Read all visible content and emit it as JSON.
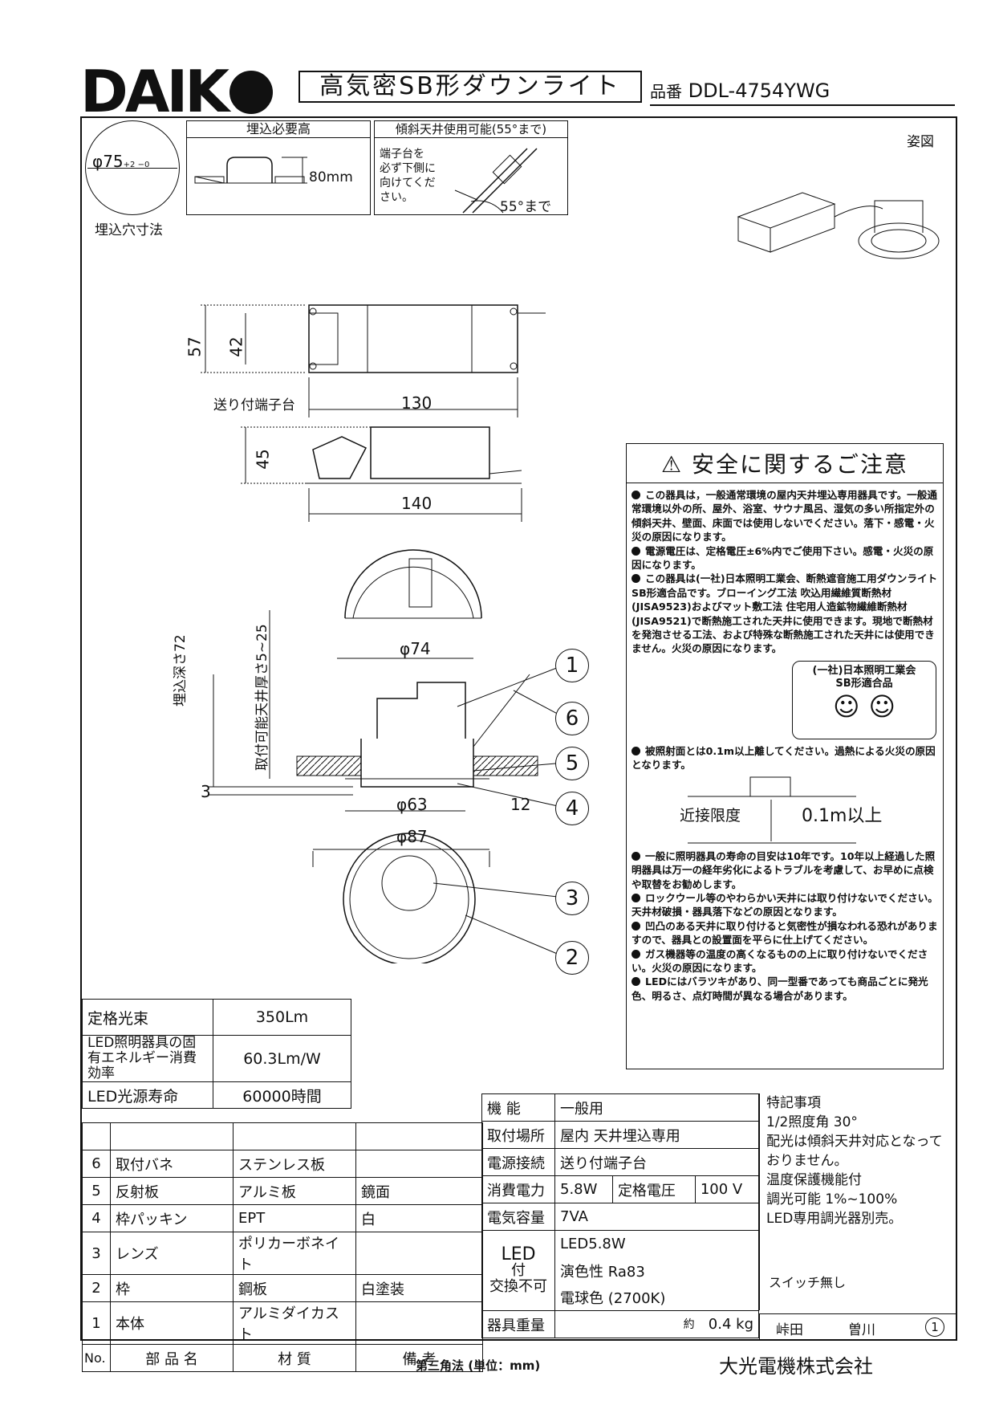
{
  "brand": "DAIK",
  "title": "高気密SB形ダウンライト",
  "hinban_label": "品番",
  "hinban": "DDL-4754YWG",
  "top": {
    "hole_dim": "φ75",
    "hole_tol": "+2 −0",
    "hole_label": "埋込穴寸法",
    "embed_title": "埋込必要高",
    "embed_height": "80mm",
    "slope_title": "傾斜天井使用可能(55°まで)",
    "slope_note": [
      "端子台を",
      "必ず下側に",
      "向けてくだ",
      "さい。"
    ],
    "slope_angle": "55°まで",
    "figure_label": "姿図"
  },
  "dims": {
    "d57": "57",
    "d42": "42",
    "d130": "130",
    "d45": "45",
    "d140": "140",
    "terminal": "送り付端子台",
    "d74": "φ74",
    "d63": "φ63",
    "d87": "φ87",
    "d12": "12",
    "d3": "3",
    "embed_depth": "埋込深さ72",
    "ceiling_thickness": "取付可能天井厚さ5~25"
  },
  "callouts": [
    "1",
    "6",
    "5",
    "4",
    "3",
    "2"
  ],
  "safety": {
    "title": "安全に関するご注意",
    "items": [
      "この器具は，一般通常環境の屋内天井埋込専用器具です。一般通常環境以外の所、屋外、浴室、サウナ風呂、湿気の多い所指定外の傾斜天井、壁面、床面では使用しないでください。落下・感電・火災の原因になります。",
      "電源電圧は、定格電圧±6%内でご使用下さい。感電・火災の原因になります。",
      "この器具は(一社)日本照明工業会、断熱遮音施工用ダウンライトSB形適合品です。ブローイング工法 吹込用繊維質断熱材(JISA9523)およびマット敷工法 住宅用人造鉱物繊維断熱材(JISA9521)で断熱施工された天井に使用できます。現地で断熱材を発泡させる工法、および特殊な断熱施工された天井には使用できません。火災の原因になります。",
      "被照射面とは0.1m以上離してください。過熱による火災の原因となります。",
      "一般に照明器具の寿命の目安は10年です。10年以上経過した照明器具は万一の経年劣化によるトラブルを考慮して、お早めに点検や取替をお勧めします。",
      "ロックウール等のやわらかい天井には取り付けないでください。天井材破損・器具落下などの原因となります。",
      "凹凸のある天井に取り付けると気密性が損なわれる恐れがありますので、器具との設置面を平らに仕上げてください。",
      "ガス機器等の温度の高くなるものの上に取り付けないでください。火災の原因になります。",
      "LEDにはバラツキがあり、同一型番であっても商品ごとに発光色、明るさ、点灯時間が異なる場合があります。"
    ],
    "badge_line1": "(一社)日本照明工業会",
    "badge_line2": "SB形適合品",
    "proximity_label": "近接限度",
    "proximity_value": "0.1m以上"
  },
  "spec": [
    {
      "label": "定格光束",
      "value": "350Lm"
    },
    {
      "label": "LED照明器具の固有エネルギー消費効率",
      "value": "60.3Lm/W"
    },
    {
      "label": "LED光源寿命",
      "value": "60000時間"
    }
  ],
  "parts_header": {
    "no": "No.",
    "name": "部 品 名",
    "material": "材 質",
    "note": "備 考"
  },
  "parts": [
    {
      "no": "6",
      "name": "取付バネ",
      "material": "ステンレス板",
      "note": ""
    },
    {
      "no": "5",
      "name": "反射板",
      "material": "アルミ板",
      "note": "鏡面"
    },
    {
      "no": "4",
      "name": "枠パッキン",
      "material": "EPT",
      "note": "白"
    },
    {
      "no": "3",
      "name": "レンズ",
      "material": "ポリカーボネイト",
      "note": ""
    },
    {
      "no": "2",
      "name": "枠",
      "material": "鋼板",
      "note": "白塗装"
    },
    {
      "no": "1",
      "name": "本体",
      "material": "アルミダイカスト",
      "note": ""
    }
  ],
  "right": {
    "func_label": "機 能",
    "func": "一般用",
    "place_label": "取付場所",
    "place": "屋内 天井埋込専用",
    "power_conn_label": "電源接続",
    "power_conn": "送り付端子台",
    "consumption_label": "消費電力",
    "consumption": "5.8W",
    "rated_v_label": "定格電圧",
    "rated_v": "100 V",
    "capacity_label": "電気容量",
    "capacity": "7VA",
    "led_label1": "LED",
    "led_label2": "付",
    "led_label3": "交換不可",
    "led1": "LED5.8W",
    "led2": "演色性 Ra83",
    "led3": "電球色 (2700K)",
    "weight_label": "器具重量",
    "weight_prefix": "約",
    "weight": "0.4 kg",
    "notes_title": "特記事項",
    "notes": [
      "1/2照度角 30°",
      "配光は傾斜天井対応となって",
      "おりません。",
      "温度保護機能付",
      "調光可能 1%~100%",
      "LED専用調光器別売。"
    ],
    "switch": "スイッチ無し",
    "sign1": "峠田",
    "sign2": "曽川",
    "sign3": "1"
  },
  "footer": {
    "projection": "第三角法 (単位：mm)",
    "company": "大光電機株式会社"
  }
}
